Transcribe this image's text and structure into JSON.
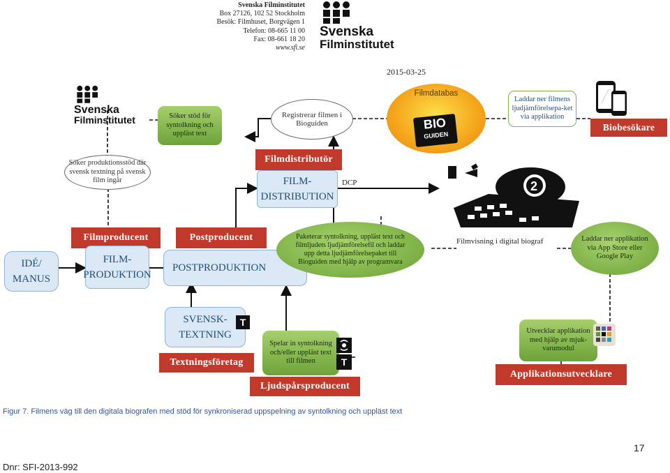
{
  "header": {
    "org_name": "Svenska Filminstitutet",
    "address_lines": [
      "Box 27126, 102 52 Stockholm",
      "Besök: Filmhuset, Borgvägen 1",
      "Telefon: 08-665 11 00",
      "Fax: 08-661 18 20"
    ],
    "url": "www.sfi.se",
    "logo_line1": "Svenska",
    "logo_line2": "Filminstitutet",
    "date": "2015-03-25"
  },
  "left_logo": {
    "line1": "Svenska",
    "line2": "Filminstitutet"
  },
  "nodes": {
    "soker_stod": "Söker stöd för syntolkning och uppläst text",
    "registrerar": "Registrerar filmen i Bioguiden",
    "filmdatabas": "Filmdatabas",
    "bioguiden_logo_1": "BIO",
    "bioguiden_logo_2": "GUIDEN",
    "laddar_ner": "Laddar ner filmens ljudjämförelsepa-ket via applikation",
    "biobesokare": "Biobesökare",
    "soker_produktionsstod": "Söker produktionsstöd där svensk textning på svensk film ingår",
    "filmdistributor": "Filmdistributör",
    "film_distribution": "FILM-DISTRIBUTION",
    "dcp": "DCP",
    "ide_manus": "IDÉ/ MANUS",
    "filmproducent": "Filmproducent",
    "film_produktion": "FILM-PRODUKTION",
    "postproducent": "Postproducent",
    "postproduktion": "POSTPRODUKTION",
    "paketerar": "Paketerar syntolkning, uppläst text och filmljudets ljudjämförelsefil och laddar upp detta ljudjämförelsepaket till Bioguiden med hjälp av programvara",
    "filmvisning": "Filmvisning i digital biograf",
    "laddar_ner_app": "Laddar ner applikation via App Store eller Google Play",
    "svensk_textning": "SVENSK-TEXTNING",
    "textningsforetag": "Textningsföretag",
    "spelar_in": "Spelar in syntolkning och/eller uppläst text till filmen",
    "ljudsparsproducent": "Ljudspårsproducent",
    "utvecklar": "Utvecklar applikation med hjälp av mjuk-varumodul",
    "applikationsutvecklare": "Applikationsutvecklare",
    "t_icon": "T",
    "cinema_number": "2"
  },
  "caption": "Figur 7. Filmens väg till den digitala biografen med stöd för synkroniserad uppspelning av syntolkning och uppläst text",
  "page_number": "17",
  "dnr": "Dnr: SFI-2013-992",
  "colors": {
    "accent_red": "#c0392b",
    "box_blue": "#dbe8f5",
    "green": "#7db446",
    "caption_blue": "#2e5597"
  }
}
